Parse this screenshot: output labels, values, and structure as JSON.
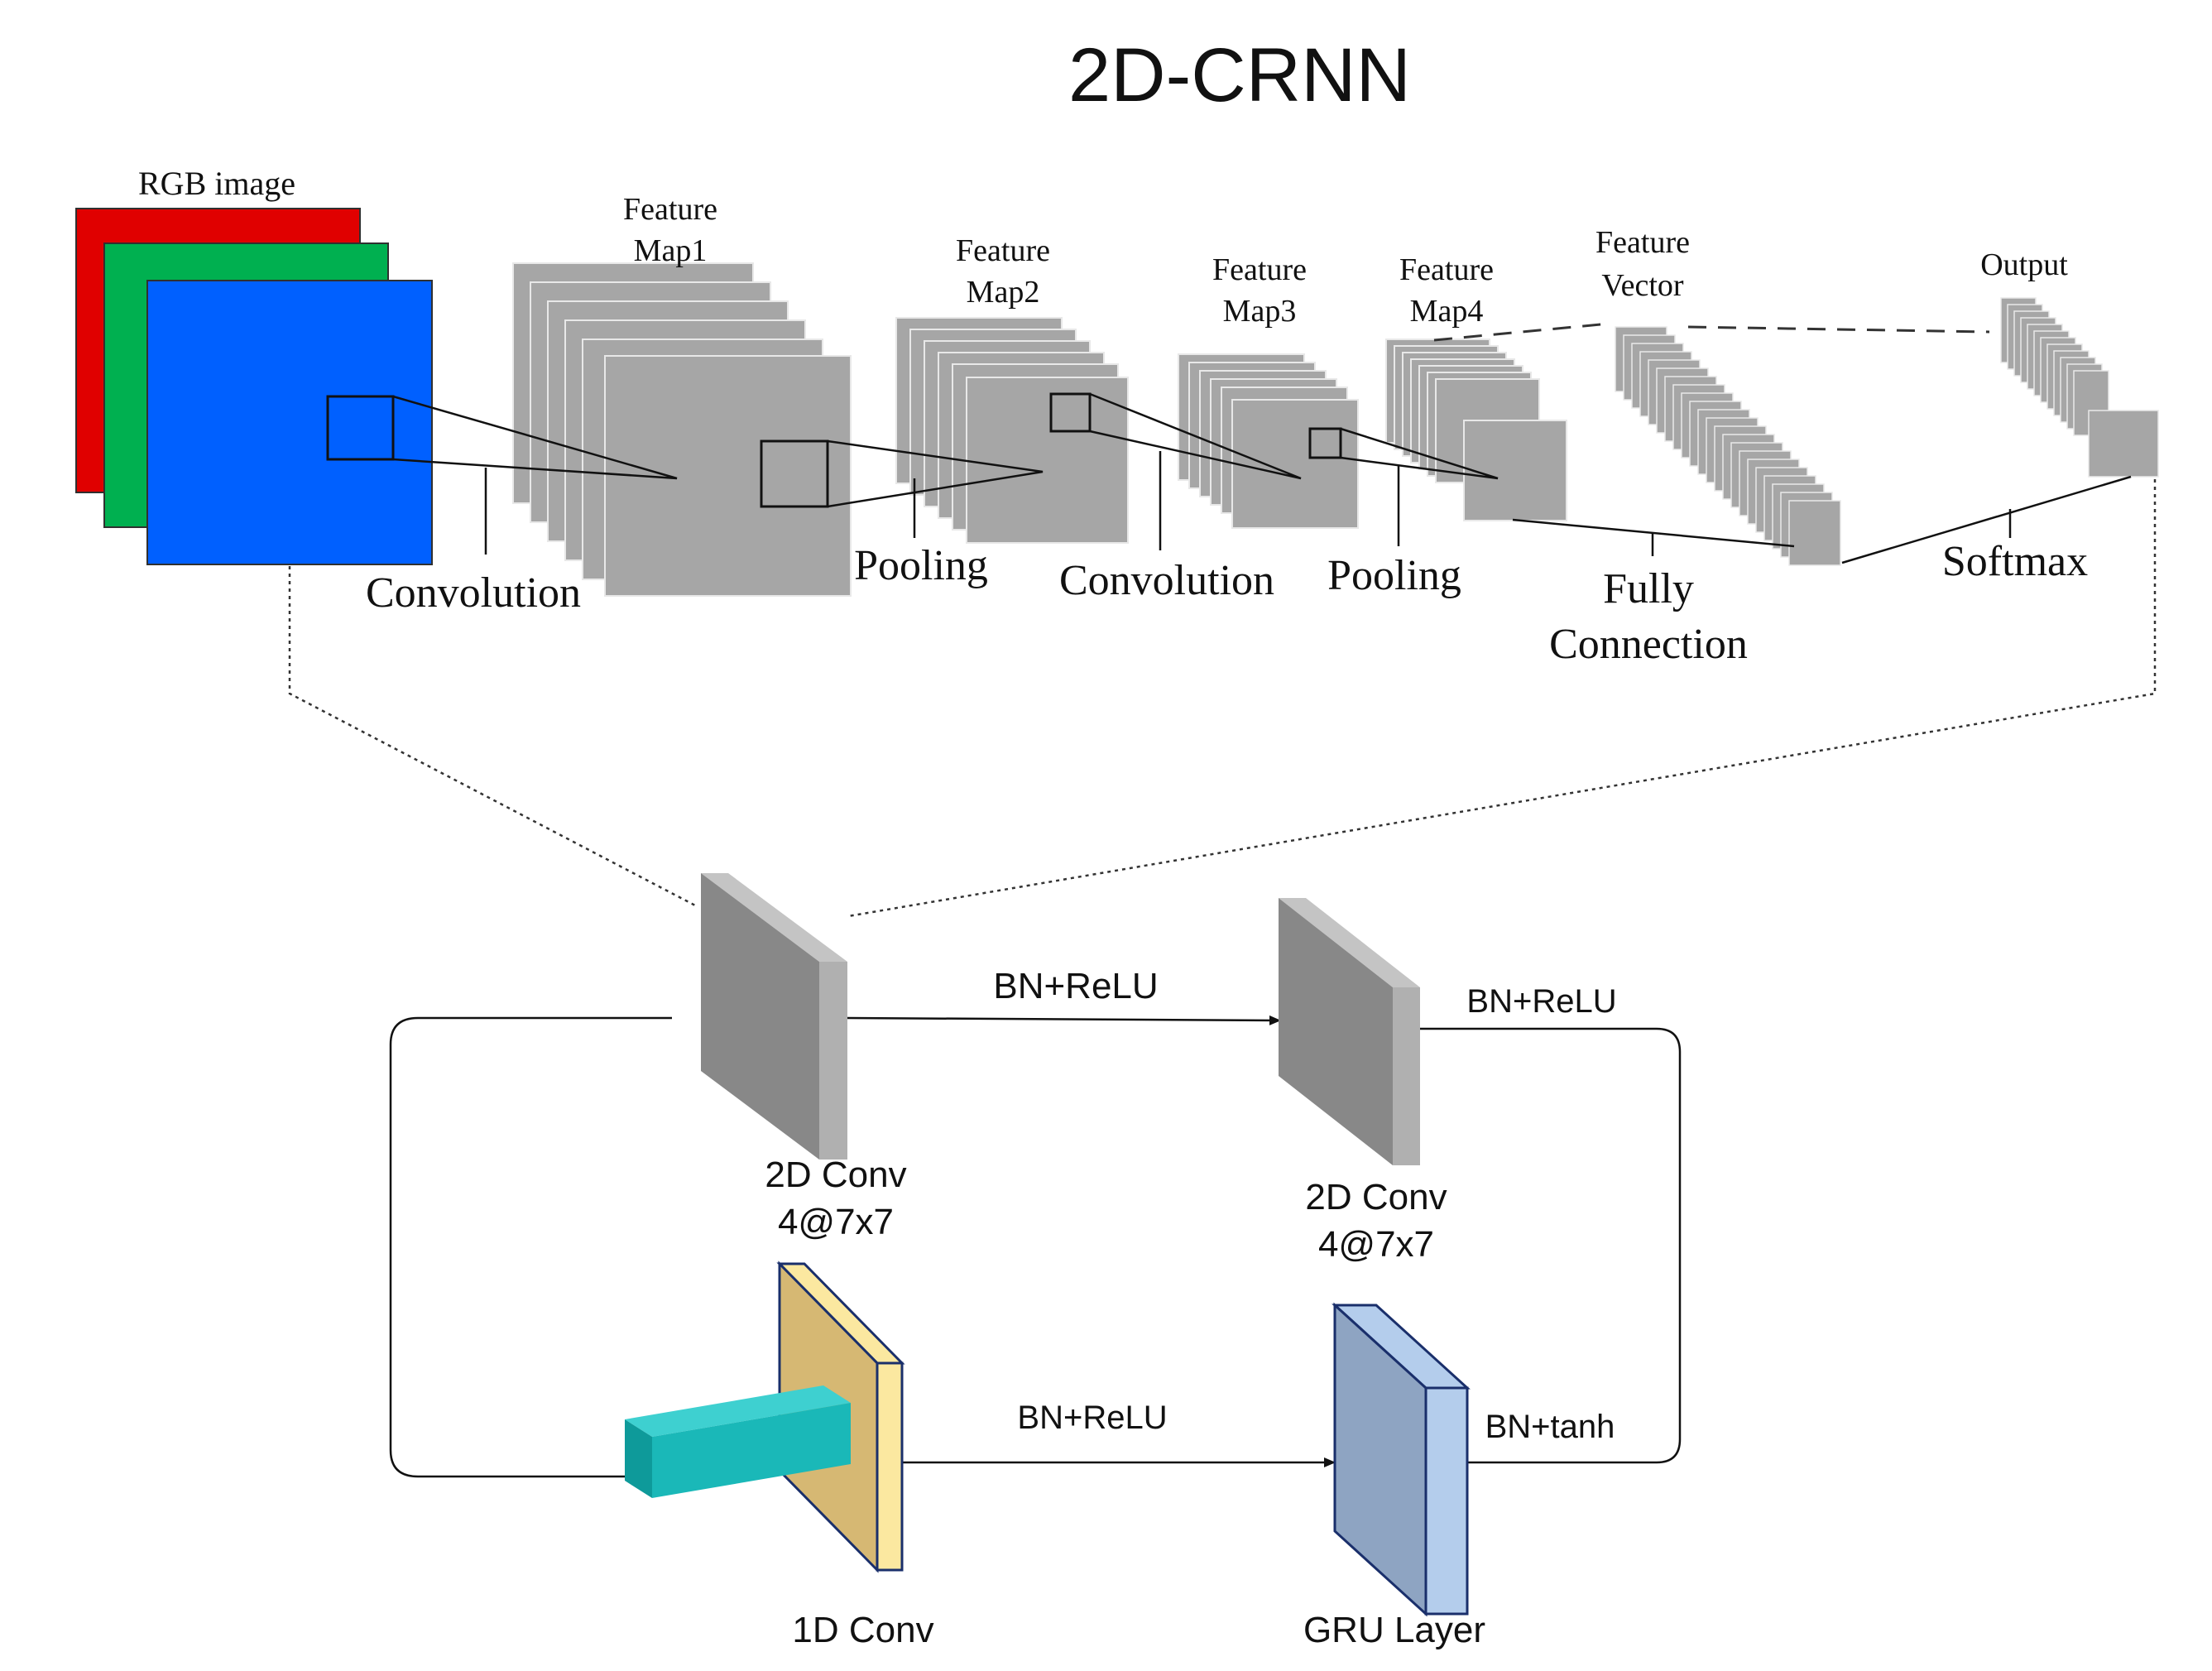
{
  "title": "2D-CRNN",
  "top_pipeline": {
    "rgb_image": "RGB image",
    "feature_map1": [
      "Feature",
      "Map1"
    ],
    "feature_map2": [
      "Feature",
      "Map2"
    ],
    "feature_map3": [
      "Feature",
      "Map3"
    ],
    "feature_map4": [
      "Feature",
      "Map4"
    ],
    "feature_vector": [
      "Feature",
      "Vector"
    ],
    "output": "Output",
    "convolution_1": "Convolution",
    "pooling_1": "Pooling",
    "convolution_2": "Convolution",
    "pooling_2": "Pooling",
    "fully_connection": [
      "Fully",
      "Connection"
    ],
    "softmax": "Softmax"
  },
  "bottom_block": {
    "conv2d_a": [
      "2D Conv",
      "4@7x7"
    ],
    "conv2d_b": [
      "2D Conv",
      "4@7x7"
    ],
    "conv1d": "1D Conv",
    "gru": "GRU Layer",
    "edge_top": "BN+ReLU",
    "edge_right_top": "BN+ReLU",
    "edge_bottom": "BN+ReLU",
    "edge_right_bottom": "BN+tanh"
  },
  "colors": {
    "rgb_red": "#e00000",
    "rgb_green": "#00b050",
    "rgb_blue": "#0060ff",
    "feature_map": "#a6a6a6",
    "conv_block_front": "#888888",
    "conv_block_side": "#b0b0b0",
    "conv1d_front": "#d6b873",
    "conv1d_side": "#fbe8a0",
    "teal_bar": "#1ab8b8",
    "gru_front": "#8ea4c2",
    "gru_side": "#b4cdec"
  }
}
